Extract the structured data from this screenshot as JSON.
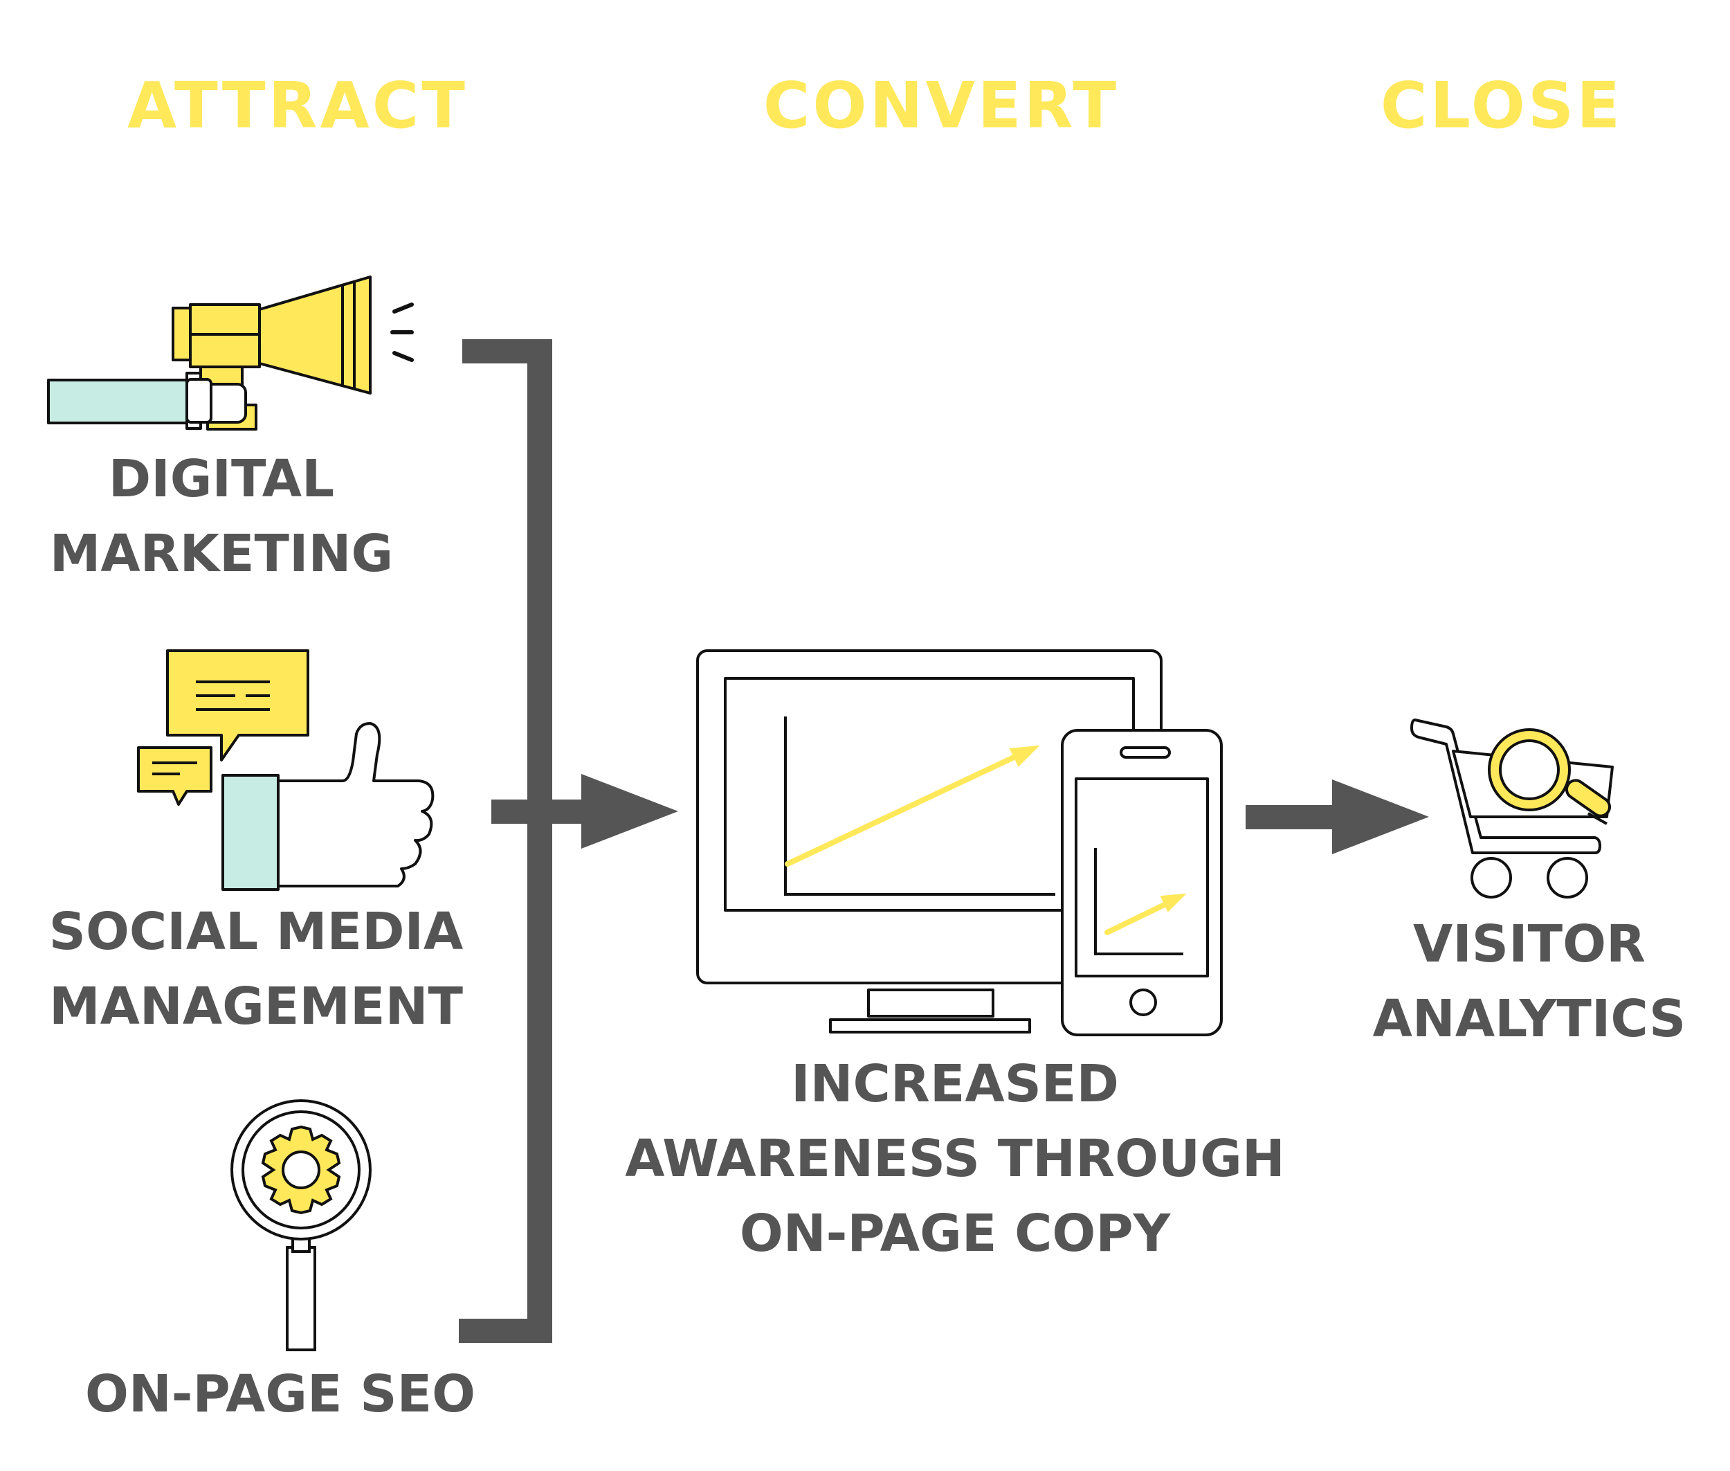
{
  "stages": {
    "attract": "ATTRACT",
    "convert": "CONVERT",
    "close": "CLOSE"
  },
  "attract_items": {
    "digital_marketing": [
      "DIGITAL",
      "MARKETING"
    ],
    "social_media": [
      "SOCIAL MEDIA",
      "MANAGEMENT"
    ],
    "seo": [
      "ON-PAGE SEO"
    ]
  },
  "convert_item": [
    "INCREASED",
    "AWARENESS THROUGH",
    "ON-PAGE COPY"
  ],
  "close_item": [
    "VISITOR",
    "ANALYTICS"
  ],
  "icons": {
    "megaphone": "megaphone-icon",
    "social": "thumbs-up-chat-icon",
    "seo": "magnifier-gear-icon",
    "devices": "desktop-phone-chart-icon",
    "cart": "cart-search-icon"
  },
  "colors": {
    "accent_yellow": "#ffe85a",
    "text_gray": "#555555",
    "mint": "#c7ece3",
    "outline": "#111111"
  }
}
